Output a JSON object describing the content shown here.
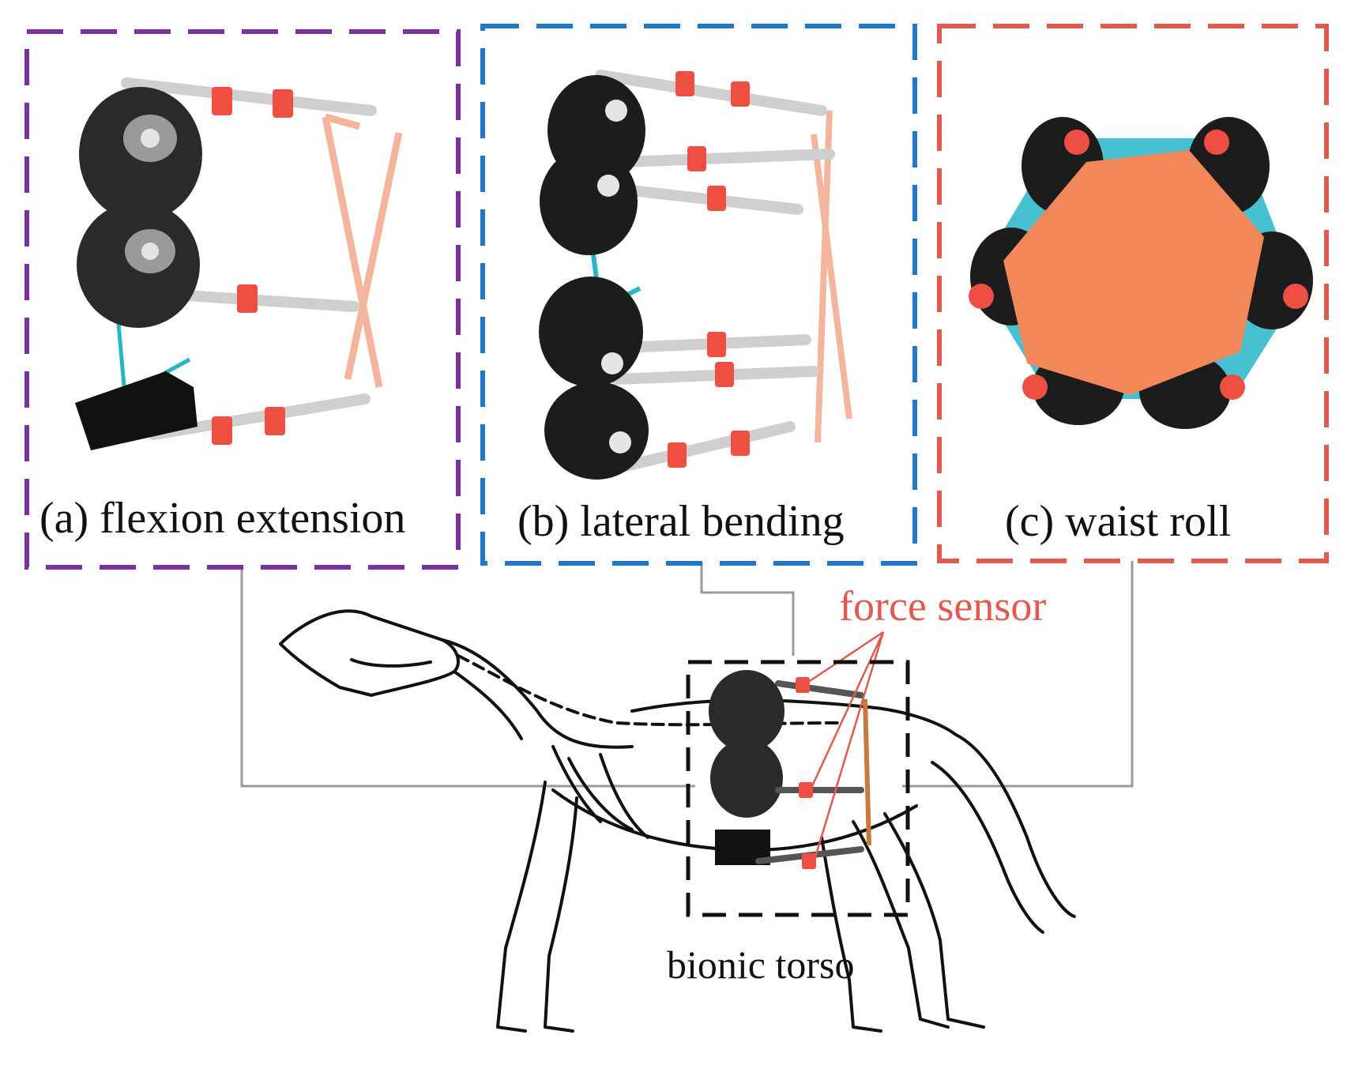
{
  "panels": {
    "a": {
      "label": "(a) flexion extension",
      "border_color": "#7b2fa0"
    },
    "b": {
      "label": "(b) lateral bending",
      "border_color": "#1f78c8"
    },
    "c": {
      "label": "(c) waist roll",
      "border_color": "#e05a4f"
    }
  },
  "annotations": {
    "force_sensor": "force sensor",
    "bionic_torso": "bionic torso"
  },
  "colors": {
    "motor": "#1a1a1a",
    "sensor": "#ef4f43",
    "link": "#cfcfcf",
    "spring": "#27b6c9",
    "plate": "#f2875a",
    "connector": "#9a9a9a",
    "outline": "#111111"
  }
}
